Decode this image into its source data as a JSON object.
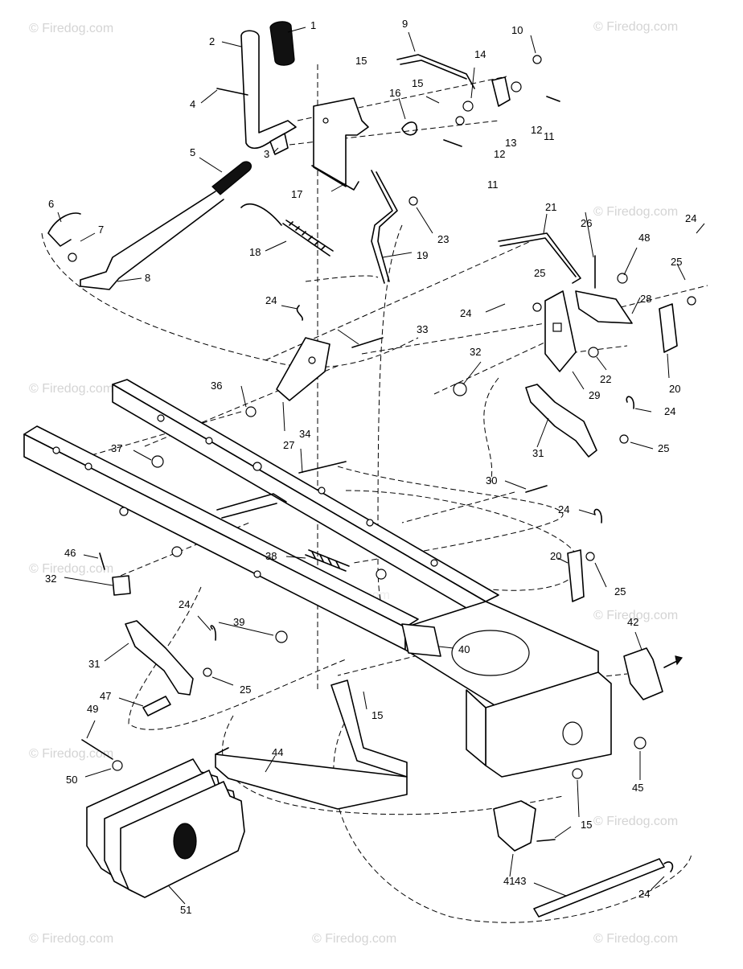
{
  "watermark": {
    "text": "© Firedog.com",
    "center_text": "Firedog.com",
    "color": "#d4d4d4"
  },
  "diagram": {
    "line_color": "#000000",
    "background": "#ffffff",
    "callouts": [
      {
        "id": "c1",
        "label": "1"
      },
      {
        "id": "c2",
        "label": "2"
      },
      {
        "id": "c3",
        "label": "3"
      },
      {
        "id": "c4",
        "label": "4"
      },
      {
        "id": "c5",
        "label": "5"
      },
      {
        "id": "c6",
        "label": "6"
      },
      {
        "id": "c7",
        "label": "7"
      },
      {
        "id": "c8",
        "label": "8"
      },
      {
        "id": "c9",
        "label": "9"
      },
      {
        "id": "c10",
        "label": "10"
      },
      {
        "id": "c11a",
        "label": "11"
      },
      {
        "id": "c11b",
        "label": "11"
      },
      {
        "id": "c12a",
        "label": "12"
      },
      {
        "id": "c12b",
        "label": "12"
      },
      {
        "id": "c13",
        "label": "13"
      },
      {
        "id": "c14",
        "label": "14"
      },
      {
        "id": "c15a",
        "label": "15"
      },
      {
        "id": "c15b",
        "label": "15"
      },
      {
        "id": "c15c",
        "label": "15"
      },
      {
        "id": "c15d",
        "label": "15"
      },
      {
        "id": "c16",
        "label": "16"
      },
      {
        "id": "c17",
        "label": "17"
      },
      {
        "id": "c18",
        "label": "18"
      },
      {
        "id": "c19",
        "label": "19"
      },
      {
        "id": "c20a",
        "label": "20"
      },
      {
        "id": "c20b",
        "label": "20"
      },
      {
        "id": "c21",
        "label": "21"
      },
      {
        "id": "c22",
        "label": "22"
      },
      {
        "id": "c23",
        "label": "23"
      },
      {
        "id": "c24a",
        "label": "24"
      },
      {
        "id": "c24b",
        "label": "24"
      },
      {
        "id": "c24c",
        "label": "24"
      },
      {
        "id": "c24d",
        "label": "24"
      },
      {
        "id": "c24e",
        "label": "24"
      },
      {
        "id": "c24f",
        "label": "24"
      },
      {
        "id": "c24g",
        "label": "24"
      },
      {
        "id": "c25a",
        "label": "25"
      },
      {
        "id": "c25b",
        "label": "25"
      },
      {
        "id": "c25c",
        "label": "25"
      },
      {
        "id": "c25d",
        "label": "25"
      },
      {
        "id": "c25e",
        "label": "25"
      },
      {
        "id": "c26",
        "label": "26"
      },
      {
        "id": "c27",
        "label": "27"
      },
      {
        "id": "c28",
        "label": "28"
      },
      {
        "id": "c29",
        "label": "29"
      },
      {
        "id": "c30",
        "label": "30"
      },
      {
        "id": "c31a",
        "label": "31"
      },
      {
        "id": "c31b",
        "label": "31"
      },
      {
        "id": "c32a",
        "label": "32"
      },
      {
        "id": "c32b",
        "label": "32"
      },
      {
        "id": "c33",
        "label": "33"
      },
      {
        "id": "c34",
        "label": "34"
      },
      {
        "id": "c36",
        "label": "36"
      },
      {
        "id": "c37",
        "label": "37"
      },
      {
        "id": "c38",
        "label": "38"
      },
      {
        "id": "c39",
        "label": "39"
      },
      {
        "id": "c40",
        "label": "40"
      },
      {
        "id": "c41",
        "label": "41"
      },
      {
        "id": "c42",
        "label": "42"
      },
      {
        "id": "c43",
        "label": "43"
      },
      {
        "id": "c44",
        "label": "44"
      },
      {
        "id": "c45",
        "label": "45"
      },
      {
        "id": "c46",
        "label": "46"
      },
      {
        "id": "c47",
        "label": "47"
      },
      {
        "id": "c48",
        "label": "48"
      },
      {
        "id": "c49",
        "label": "49"
      },
      {
        "id": "c50",
        "label": "50"
      },
      {
        "id": "c51",
        "label": "51"
      }
    ]
  }
}
